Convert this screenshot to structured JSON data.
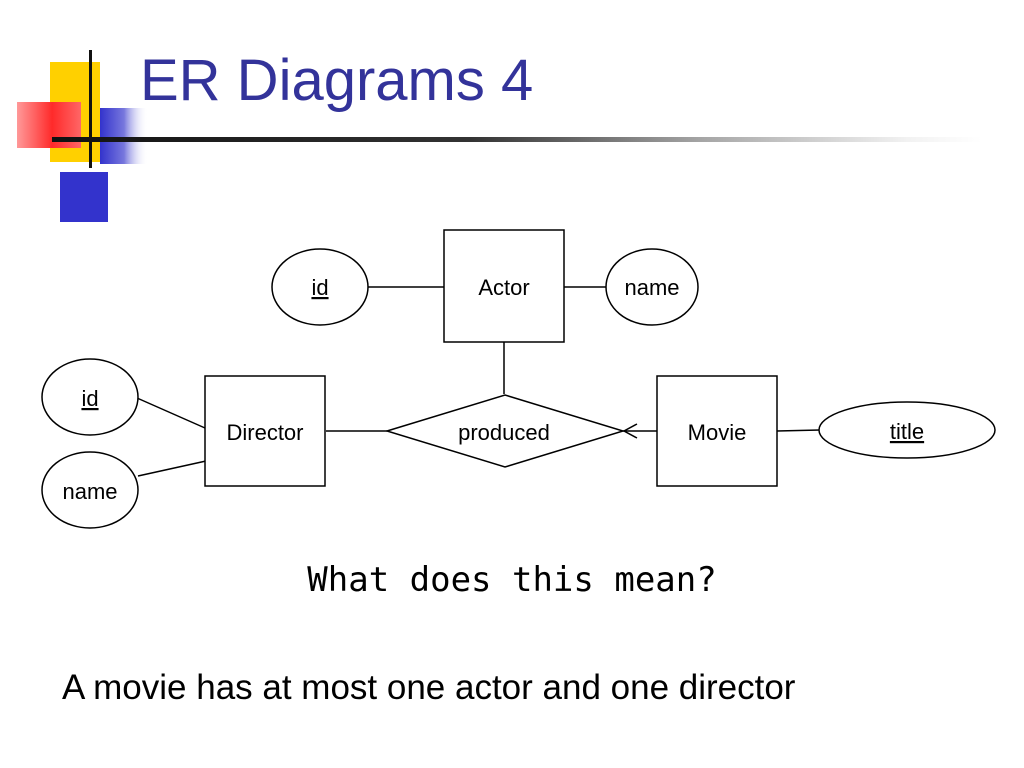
{
  "slide": {
    "title": "ER Diagrams 4",
    "question": "What does this mean?",
    "answer": "A movie has at most one actor and one director"
  },
  "diagram": {
    "entities": {
      "actor": "Actor",
      "director": "Director",
      "movie": "Movie"
    },
    "relationship": "produced",
    "attributes": {
      "actor_id": "id",
      "actor_name": "name",
      "director_id": "id",
      "director_name": "name",
      "movie_title": "title"
    }
  },
  "colors": {
    "title": "#33339a",
    "logo_yellow": "#ffd000",
    "logo_blue": "#3333cc",
    "logo_red": "#ff3333"
  }
}
